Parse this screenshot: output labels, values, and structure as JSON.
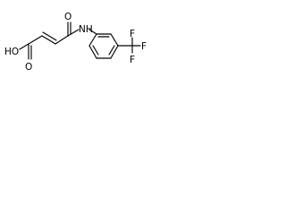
{
  "molecule": {
    "atoms": {
      "ho": "HO",
      "o_acid": "O",
      "o_amide": "O",
      "nh": "NH",
      "f_top": "F",
      "f_upper": "F",
      "f_lower": "F"
    },
    "colors": {
      "bond": "#000000",
      "label": "#000000",
      "background": "#ffffff"
    }
  }
}
